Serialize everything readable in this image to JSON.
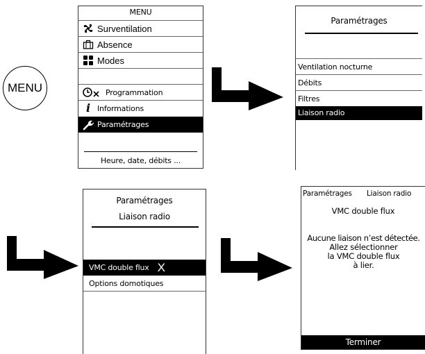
{
  "menu_button": {
    "label": "MENU"
  },
  "screen1": {
    "title": "MENU",
    "items": [
      {
        "label": "Surventilation",
        "icon": "fan-icon"
      },
      {
        "label": "Absence",
        "icon": "suitcase-icon"
      },
      {
        "label": "Modes",
        "icon": "modes-grid-icon"
      },
      {
        "label": "Programmation",
        "icon": "clock-schedule-icon"
      },
      {
        "label": "Informations",
        "icon": "info-icon"
      },
      {
        "label": "Paramétrages",
        "icon": "wrench-icon",
        "selected": true
      }
    ],
    "footer": "Heure, date, débits ..."
  },
  "screen2": {
    "title": "Paramétrages",
    "items": [
      {
        "label": "Ventilation nocturne"
      },
      {
        "label": "Débits"
      },
      {
        "label": "Filtres"
      },
      {
        "label": "Liaison radio",
        "selected": true
      }
    ]
  },
  "screen3": {
    "title": "Paramétrages",
    "subtitle": "Liaison radio",
    "items": [
      {
        "label": "VMC double flux",
        "badge": "X",
        "selected": true
      },
      {
        "label": "Options domotiques"
      }
    ]
  },
  "screen4": {
    "breadcrumb_left": "Paramétrages",
    "breadcrumb_right": "Liaison radio",
    "title": "VMC double flux",
    "message": [
      "Aucune liaison n’est détectée.",
      "Allez sélectionner",
      "la VMC double flux",
      "à lier."
    ],
    "button": "Terminer"
  },
  "colors": {
    "ink": "#000000",
    "selected_bg": "#000000",
    "selected_fg": "#ffffff",
    "frame": "#333333"
  }
}
